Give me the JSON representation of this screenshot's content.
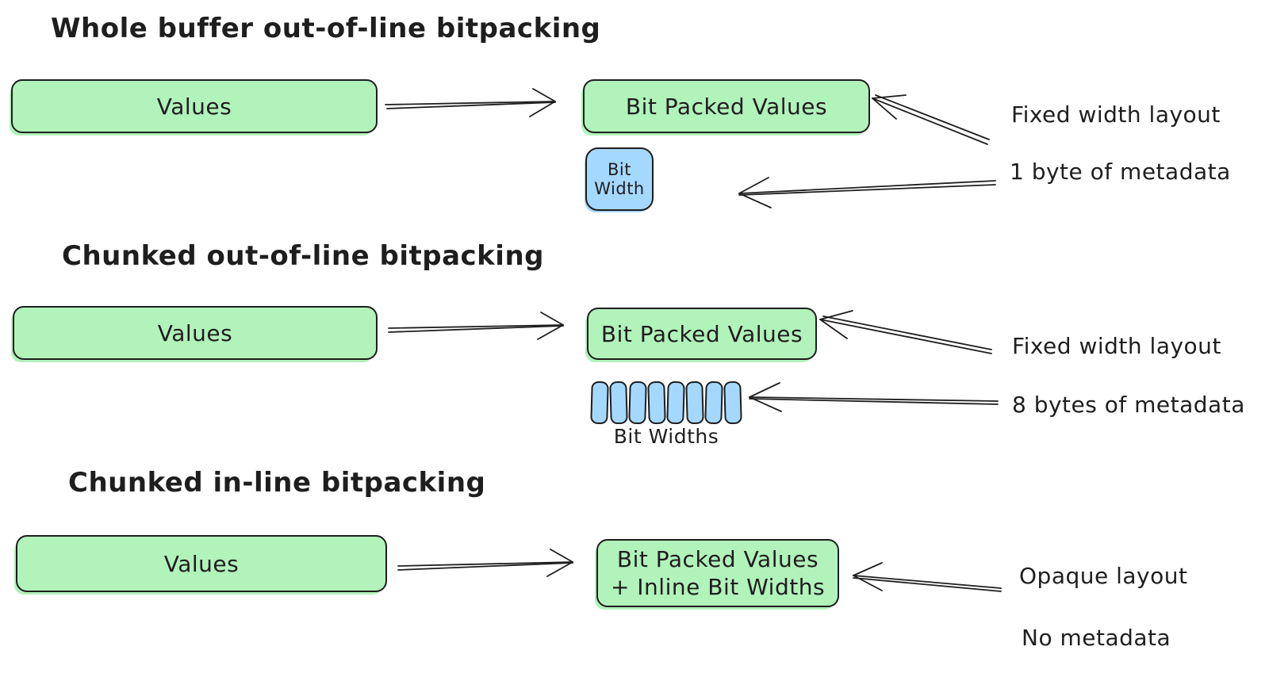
{
  "diagram": {
    "background": "#ffffff",
    "stroke_color": "#1e1e1e",
    "green_fill": "#b2f2bb",
    "blue_fill": "#a5d8ff",
    "sections": [
      {
        "title": "Whole buffer out-of-line bitpacking",
        "source_box": "Values",
        "packed_box": "Bit Packed Values",
        "bit_width_box": "Bit\nWidth",
        "annotation_layout": "Fixed width layout",
        "annotation_metadata": "1 byte of metadata"
      },
      {
        "title": "Chunked out-of-line bitpacking",
        "source_box": "Values",
        "packed_box": "Bit Packed Values",
        "bit_width_cells": 8,
        "bit_width_caption": "Bit Widths",
        "annotation_layout": "Fixed width layout",
        "annotation_metadata": "8 bytes of metadata"
      },
      {
        "title": "Chunked in-line bitpacking",
        "source_box": "Values",
        "packed_box": "Bit Packed Values\n+ Inline Bit Widths",
        "annotation_layout": "Opaque layout",
        "annotation_metadata": "No metadata"
      }
    ]
  }
}
